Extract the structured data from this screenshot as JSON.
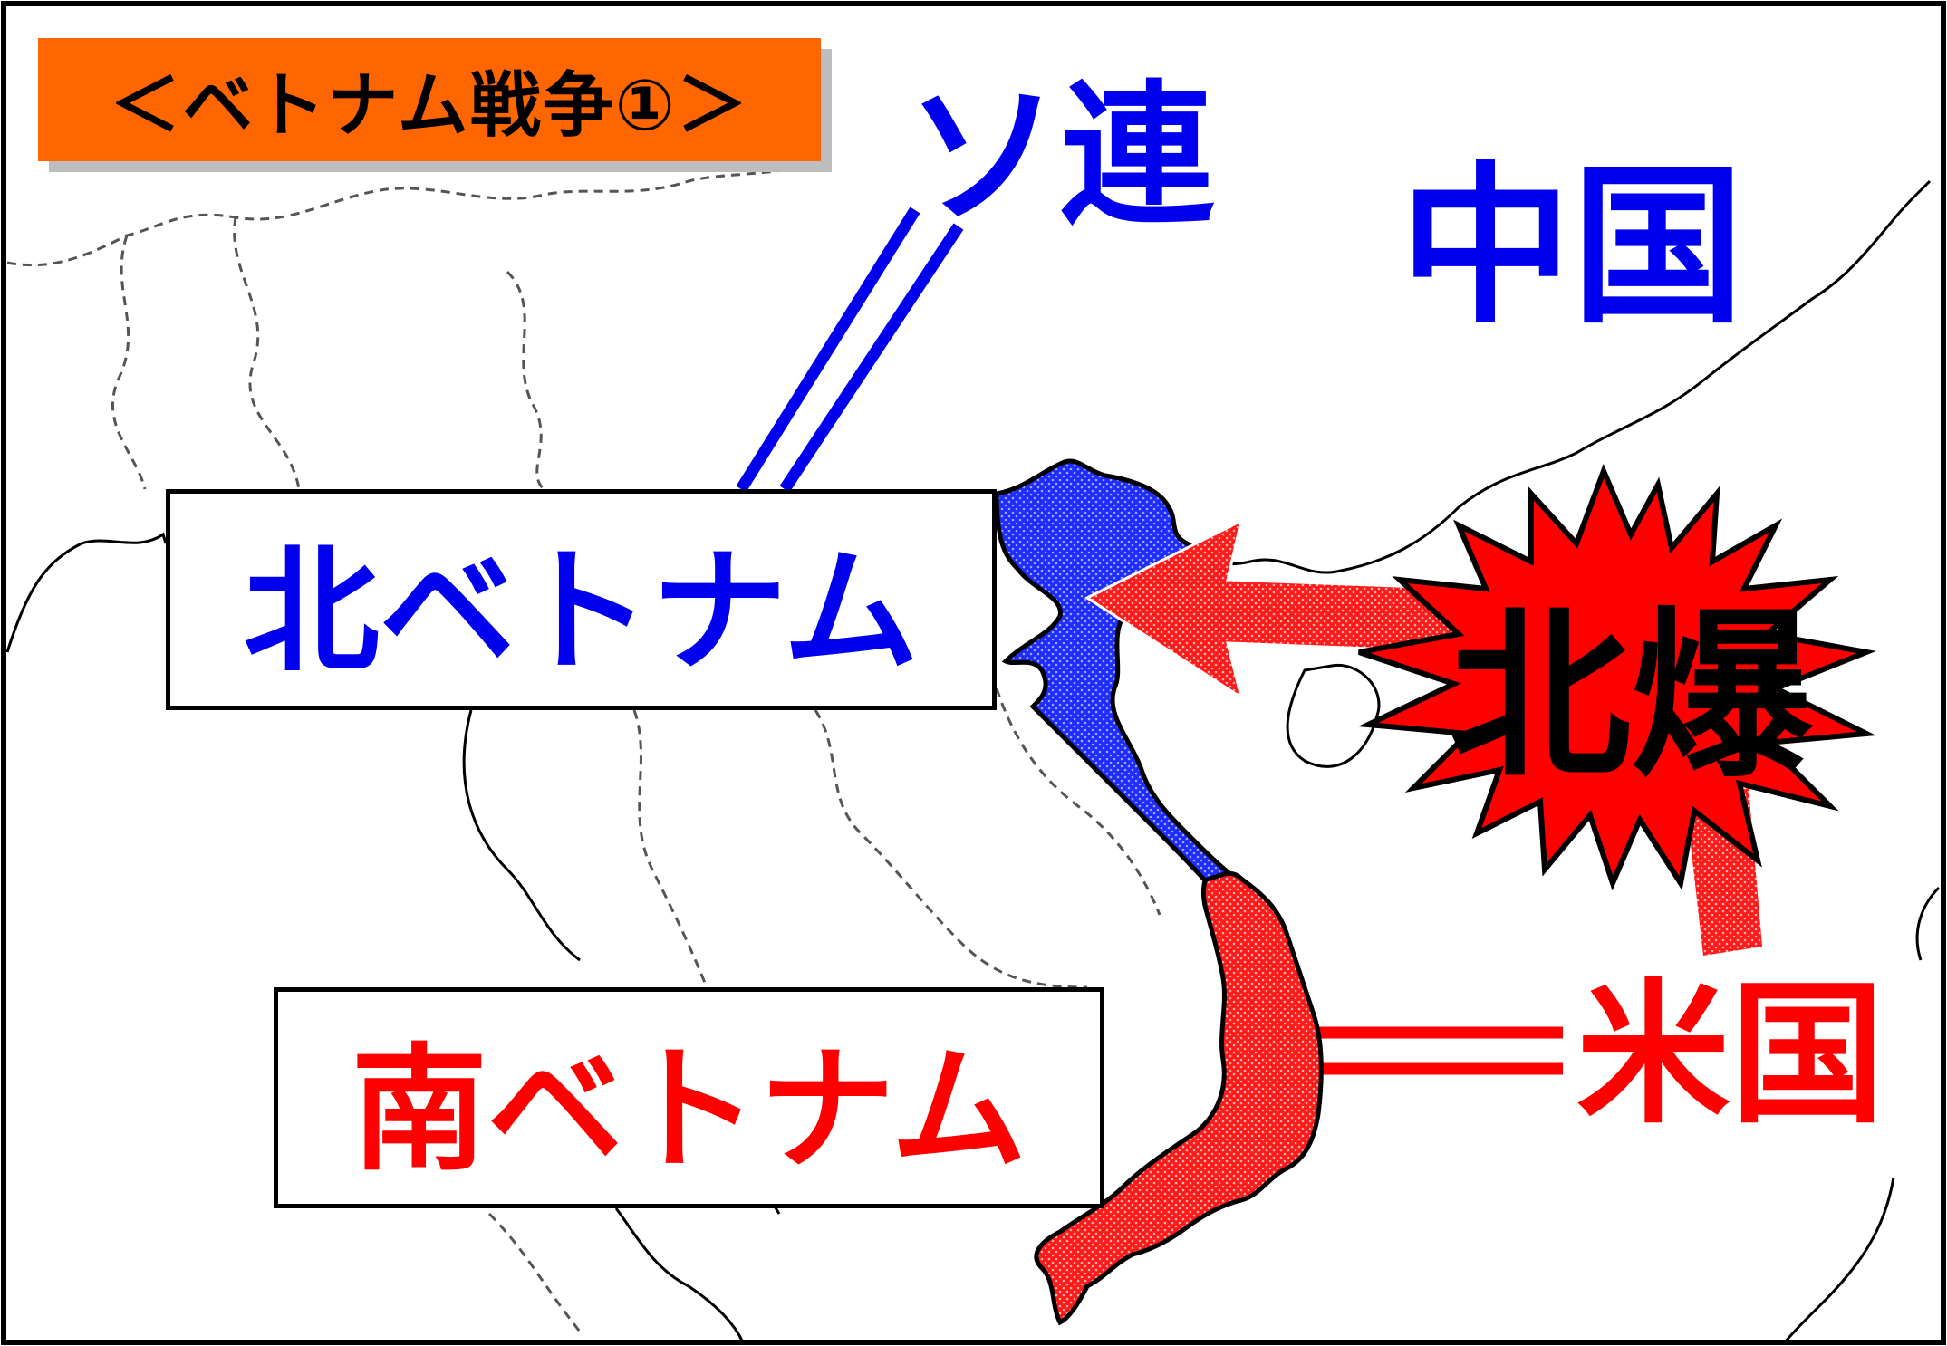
{
  "title": "＜ベトナム戦争①＞",
  "labels": {
    "north_vietnam": "北ベトナム",
    "south_vietnam": "南ベトナム",
    "soviet_union": "ソ連",
    "china": "中国",
    "united_states": "米国",
    "north_bombing": "北爆"
  },
  "colors": {
    "title_bg": "#ff6600",
    "north": "#0000ee",
    "south": "#ff0000",
    "bombing": "#ff0000",
    "border": "#000000"
  }
}
